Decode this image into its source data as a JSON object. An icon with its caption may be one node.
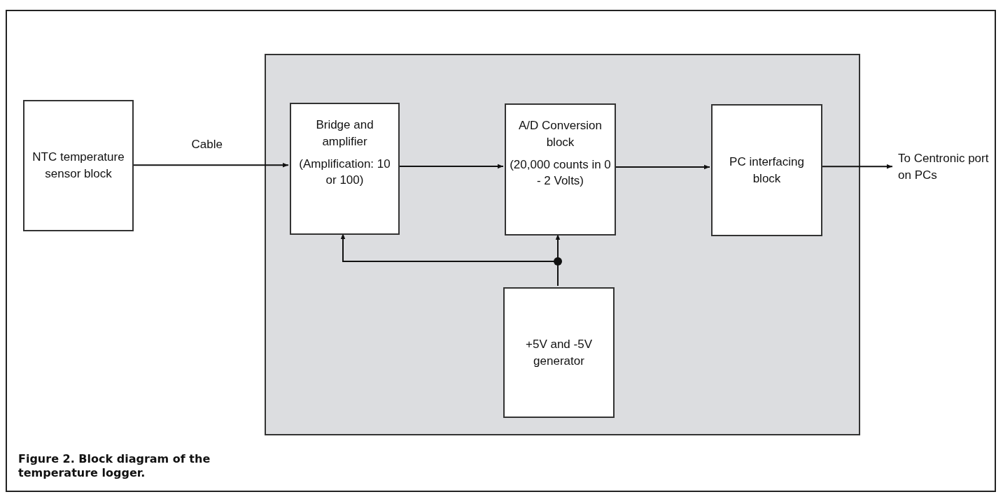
{
  "diagram": {
    "caption": "Figure 2. Block diagram of the temperature logger.",
    "nodes": [
      {
        "text": [
          "NTC temperature sensor block"
        ]
      },
      {
        "text": [],
        "shape": "box"
      },
      {
        "text": [
          "Bridge and amplifier",
          "(Amplification: 10 or 100)"
        ],
        "in": 1
      },
      {
        "text": [
          "A/D Conversion block",
          "(20,000 counts in 0 - 2 Volts)"
        ],
        "in": 1
      },
      {
        "text": [
          "PC interfacing block"
        ],
        "in": 1
      },
      {
        "text": [
          "+5V and -5V generator"
        ],
        "in": 1
      },
      {
        "text": [
          "To Centronic port on PCs"
        ]
      }
    ],
    "edges": [
      {
        "from": 0,
        "to": 2,
        "arrow": "to",
        "label": "Cable"
      },
      {
        "from": 2,
        "to": 3,
        "arrow": "to"
      },
      {
        "from": 3,
        "to": 4,
        "arrow": "to"
      },
      {
        "from": 4,
        "to": 6,
        "arrow": "to"
      },
      {
        "from": 5,
        "to": 3,
        "arrow": "to"
      },
      {
        "from": 5,
        "to": 2,
        "arrow": "to"
      }
    ]
  }
}
